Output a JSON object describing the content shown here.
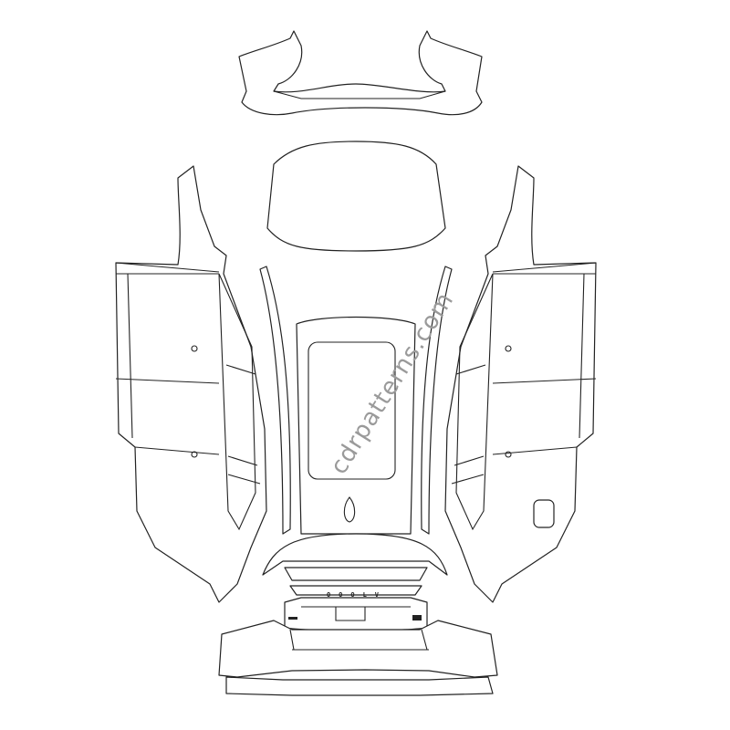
{
  "watermark": "cdrpatterns.com",
  "tailgate_badge": "OOOLV",
  "parts": [
    "front-bumper",
    "hood",
    "roof",
    "left-side",
    "right-side",
    "left-a-pillar",
    "right-a-pillar",
    "tailgate",
    "rear-bumper",
    "fuel-door"
  ]
}
